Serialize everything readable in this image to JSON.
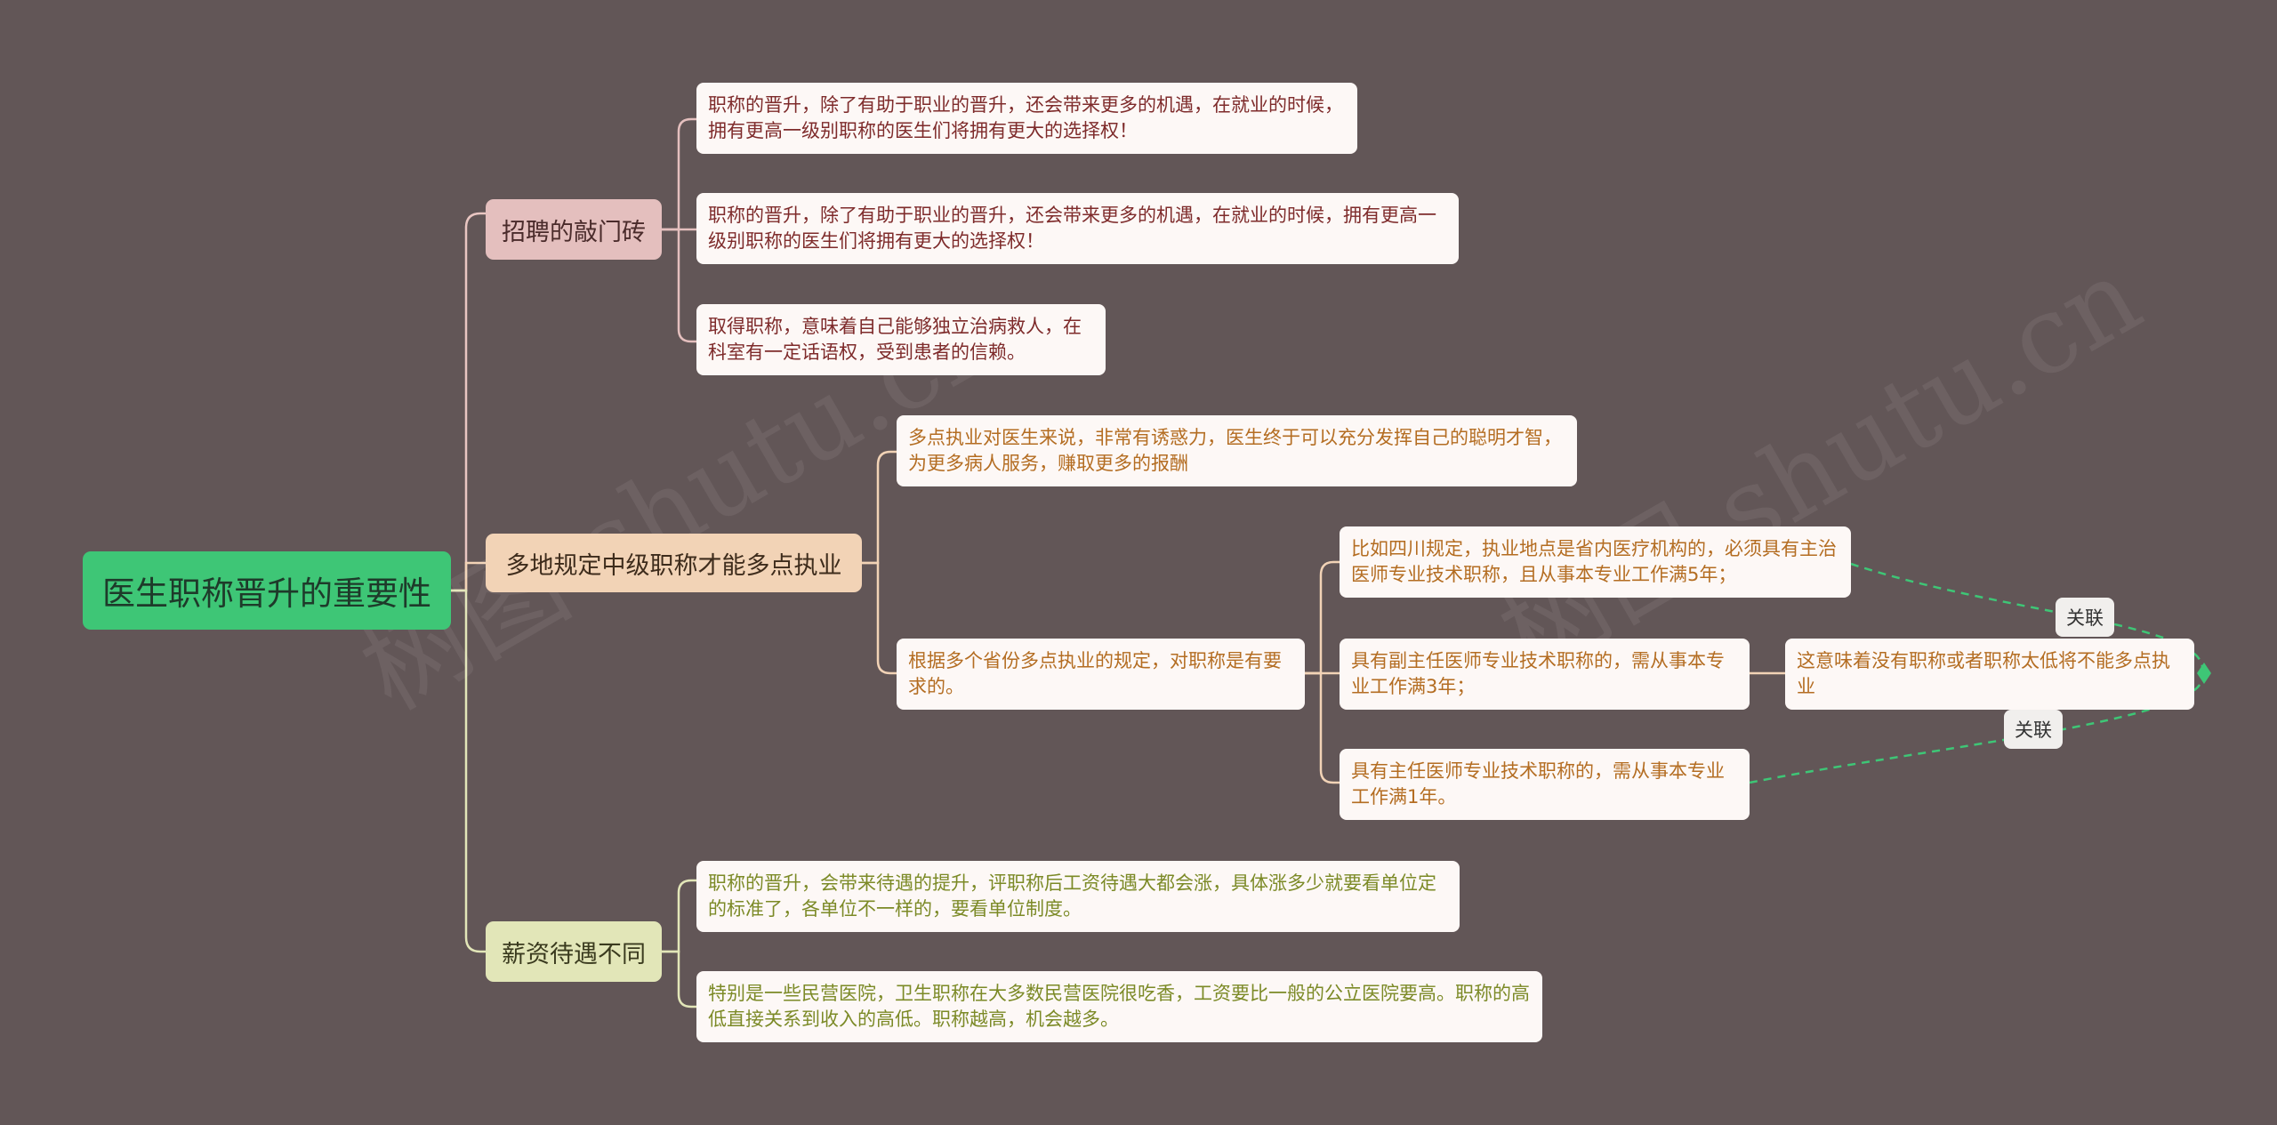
{
  "watermarks": [
    "树图 shutu.cn",
    "树图 shutu.cn"
  ],
  "colors": {
    "background": "#625657",
    "root": "#3ec676",
    "branch1": "#e4bfbe",
    "branch2": "#f2d3b6",
    "branch3": "#e2e6b8",
    "relation_line": "#3ec676"
  },
  "root": {
    "label": "医生职称晋升的重要性"
  },
  "branches": [
    {
      "label": "招聘的敲门砖",
      "children": [
        {
          "text": "职称的晋升，除了有助于职业的晋升，还会带来更多的机遇，在就业的时候，拥有更高一级别职称的医生们将拥有更大的选择权！"
        },
        {
          "text": "职称的晋升，除了有助于职业的晋升，还会带来更多的机遇，在就业的时候，拥有更高一级别职称的医生们将拥有更大的选择权！"
        },
        {
          "text": "取得职称，意味着自己能够独立治病救人，在科室有一定话语权，受到患者的信赖。"
        }
      ]
    },
    {
      "label": "多地规定中级职称才能多点执业",
      "children": [
        {
          "text": "多点执业对医生来说，非常有诱惑力，医生终于可以充分发挥自己的聪明才智，为更多病人服务，赚取更多的报酬"
        },
        {
          "text": "根据多个省份多点执业的规定，对职称是有要求的。",
          "children": [
            {
              "text": "比如四川规定，执业地点是省内医疗机构的，必须具有主治医师专业技术职称，且从事本专业工作满5年；"
            },
            {
              "text": "具有副主任医师专业技术职称的，需从事本专业工作满3年；",
              "children": [
                {
                  "text": "这意味着没有职称或者职称太低将不能多点执业"
                }
              ]
            },
            {
              "text": "具有主任医师专业技术职称的，需从事本专业工作满1年。"
            }
          ]
        }
      ]
    },
    {
      "label": "薪资待遇不同",
      "children": [
        {
          "text": "职称的晋升，会带来待遇的提升，评职称后工资待遇大都会涨，具体涨多少就要看单位定的标准了，各单位不一样的，要看单位制度。"
        },
        {
          "text": "特别是一些民营医院，卫生职称在大多数民营医院很吃香，工资要比一般的公立医院要高。职称的高低直接关系到收入的高低。职称越高，机会越多。"
        }
      ]
    }
  ],
  "relations": [
    {
      "label": "关联"
    },
    {
      "label": "关联"
    }
  ]
}
